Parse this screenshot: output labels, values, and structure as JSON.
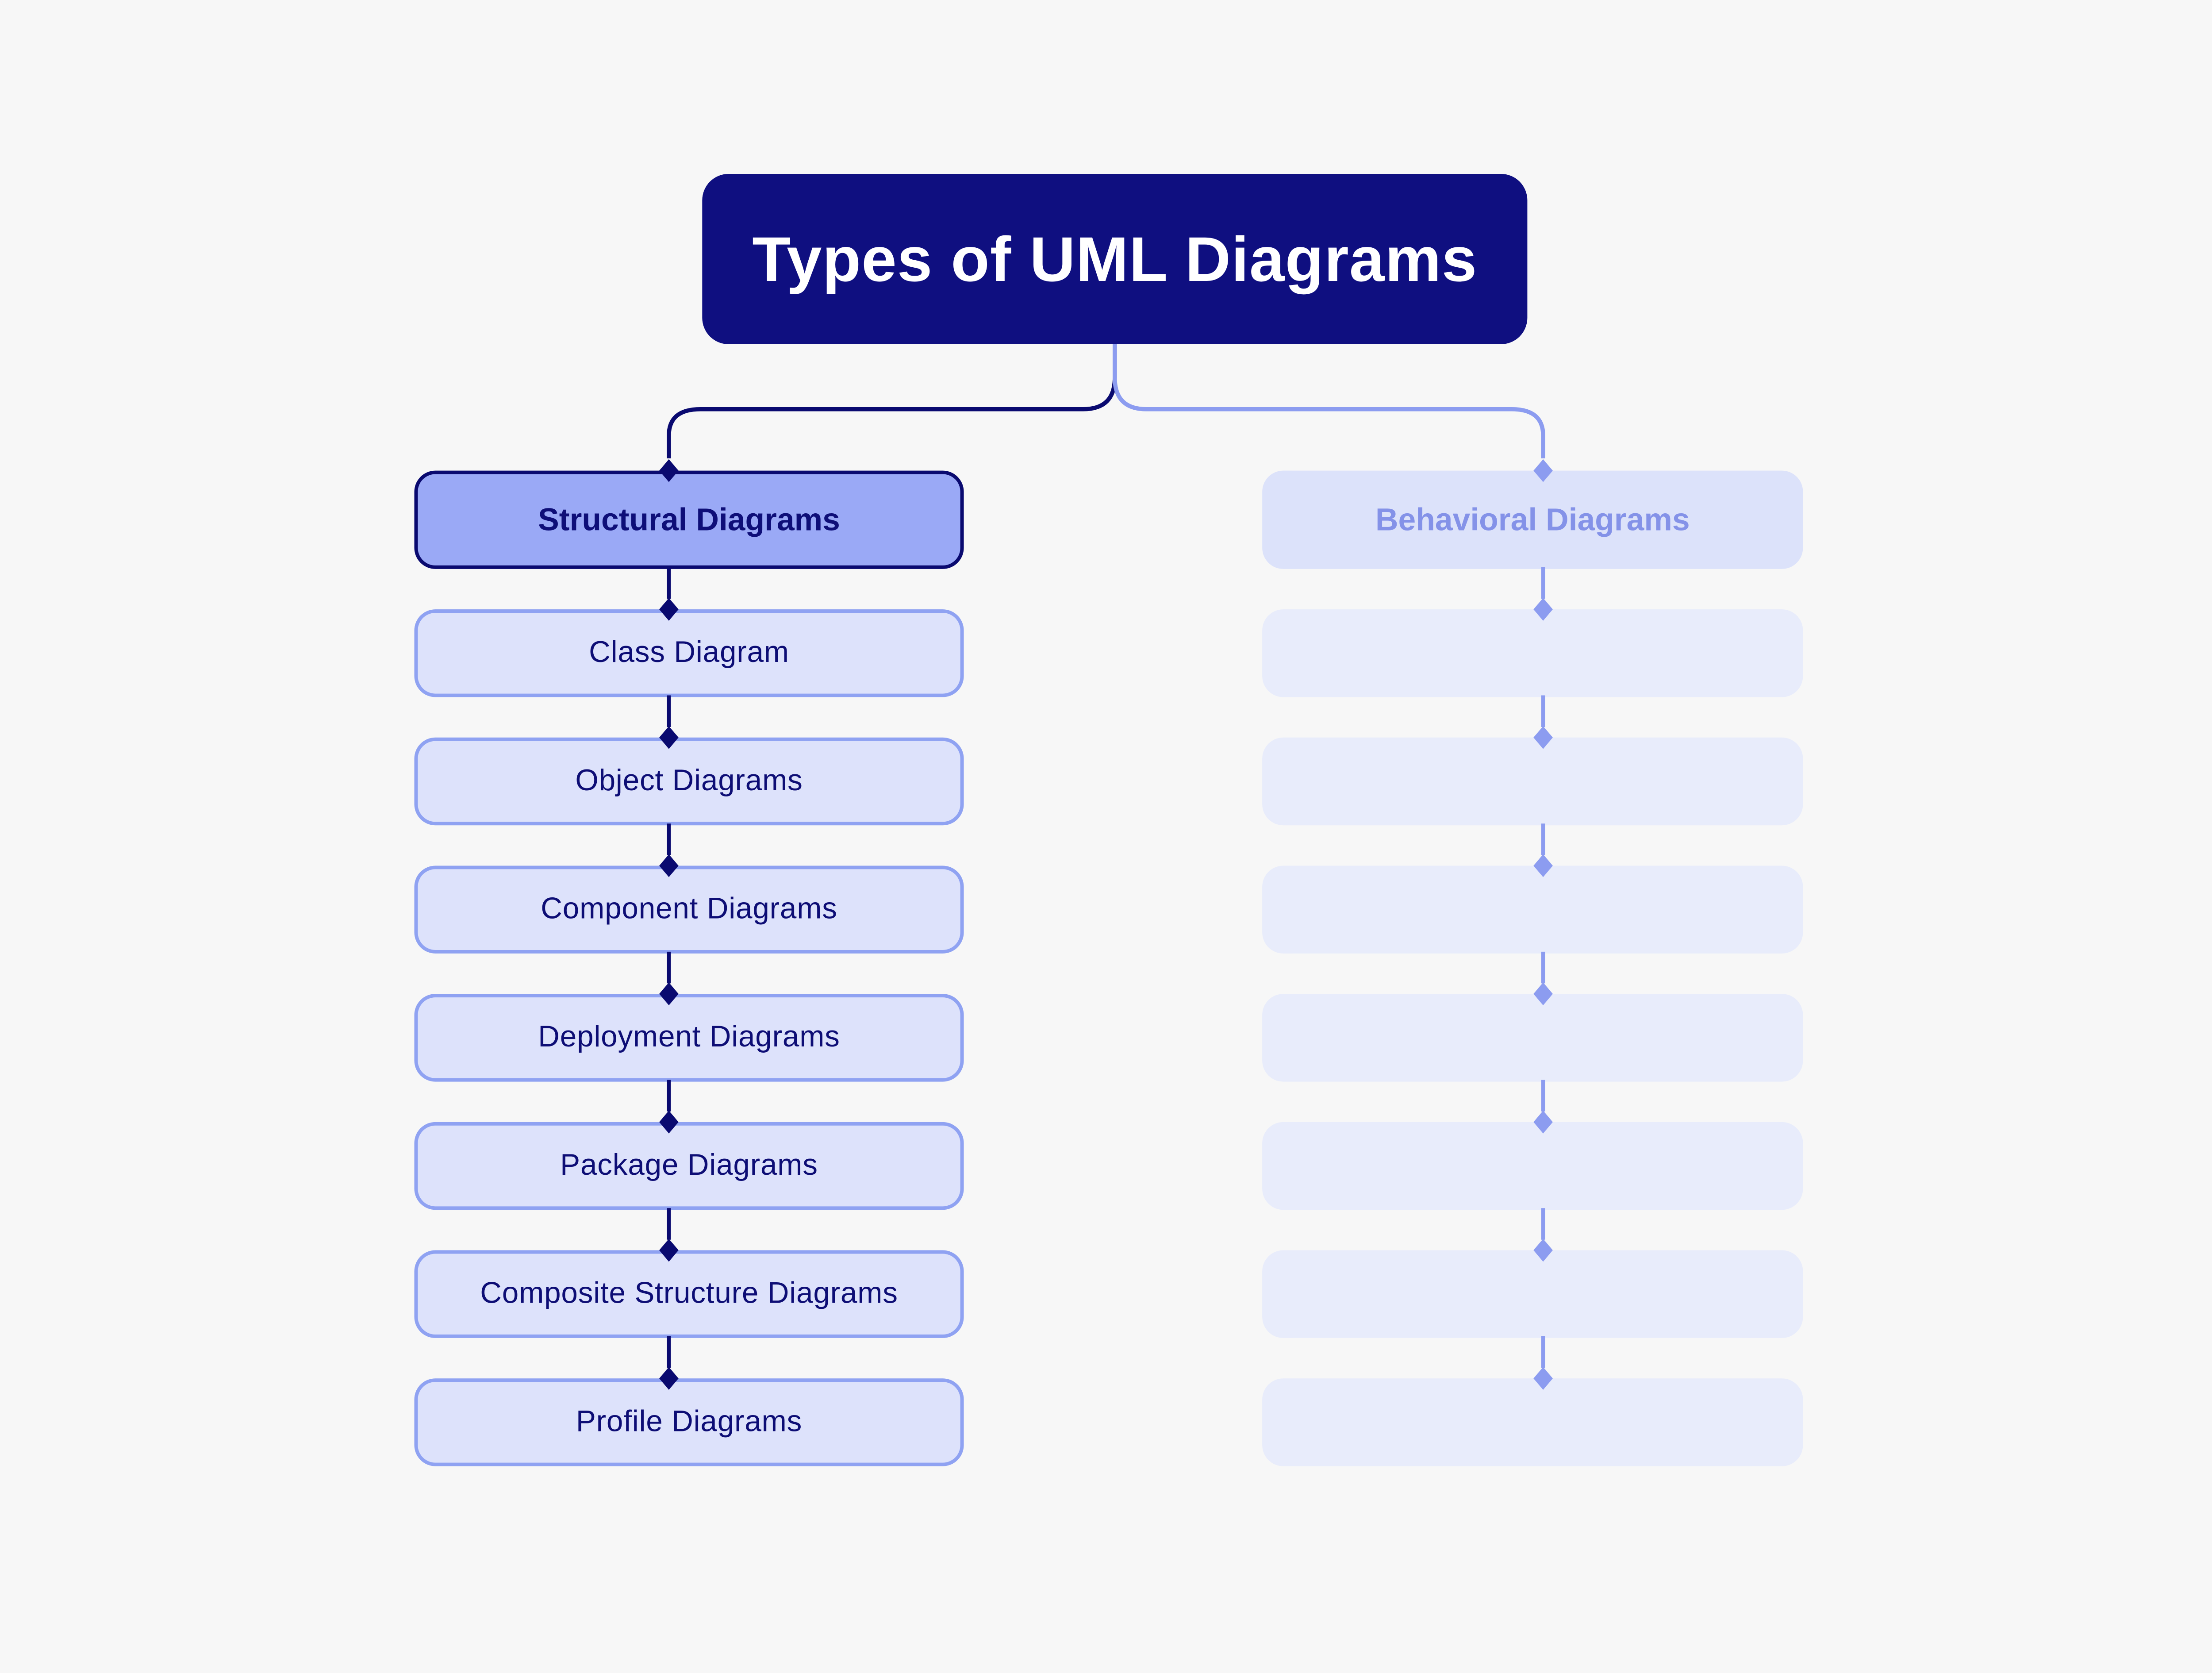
{
  "title": "Types of UML Diagrams",
  "columns": [
    {
      "id": "structural",
      "header": "Structural Diagrams",
      "state": "active",
      "items": [
        "Class Diagram",
        "Object Diagrams",
        "Component Diagrams",
        "Deployment Diagrams",
        "Package Diagrams",
        "Composite Structure Diagrams",
        "Profile Diagrams"
      ]
    },
    {
      "id": "behavioral",
      "header": "Behavioral Diagrams",
      "state": "inactive",
      "items": [
        "",
        "",
        "",
        "",
        "",
        "",
        ""
      ]
    }
  ],
  "colors": {
    "background": "#f7f7f7",
    "title_bg": "#0f0f80",
    "title_text": "#ffffff",
    "navy": "#0a0a70",
    "periwinkle": "#8c9cf0",
    "active_header_bg": "#9aa9f6",
    "active_header_text": "#0e0e78",
    "item_bg": "#dde2fb",
    "item_border": "#8fa2f2",
    "item_text": "#0d0d75",
    "inactive_header_bg": "#dce2fa",
    "inactive_header_text": "#8492e8",
    "inactive_item_bg": "#e8ecfb"
  }
}
